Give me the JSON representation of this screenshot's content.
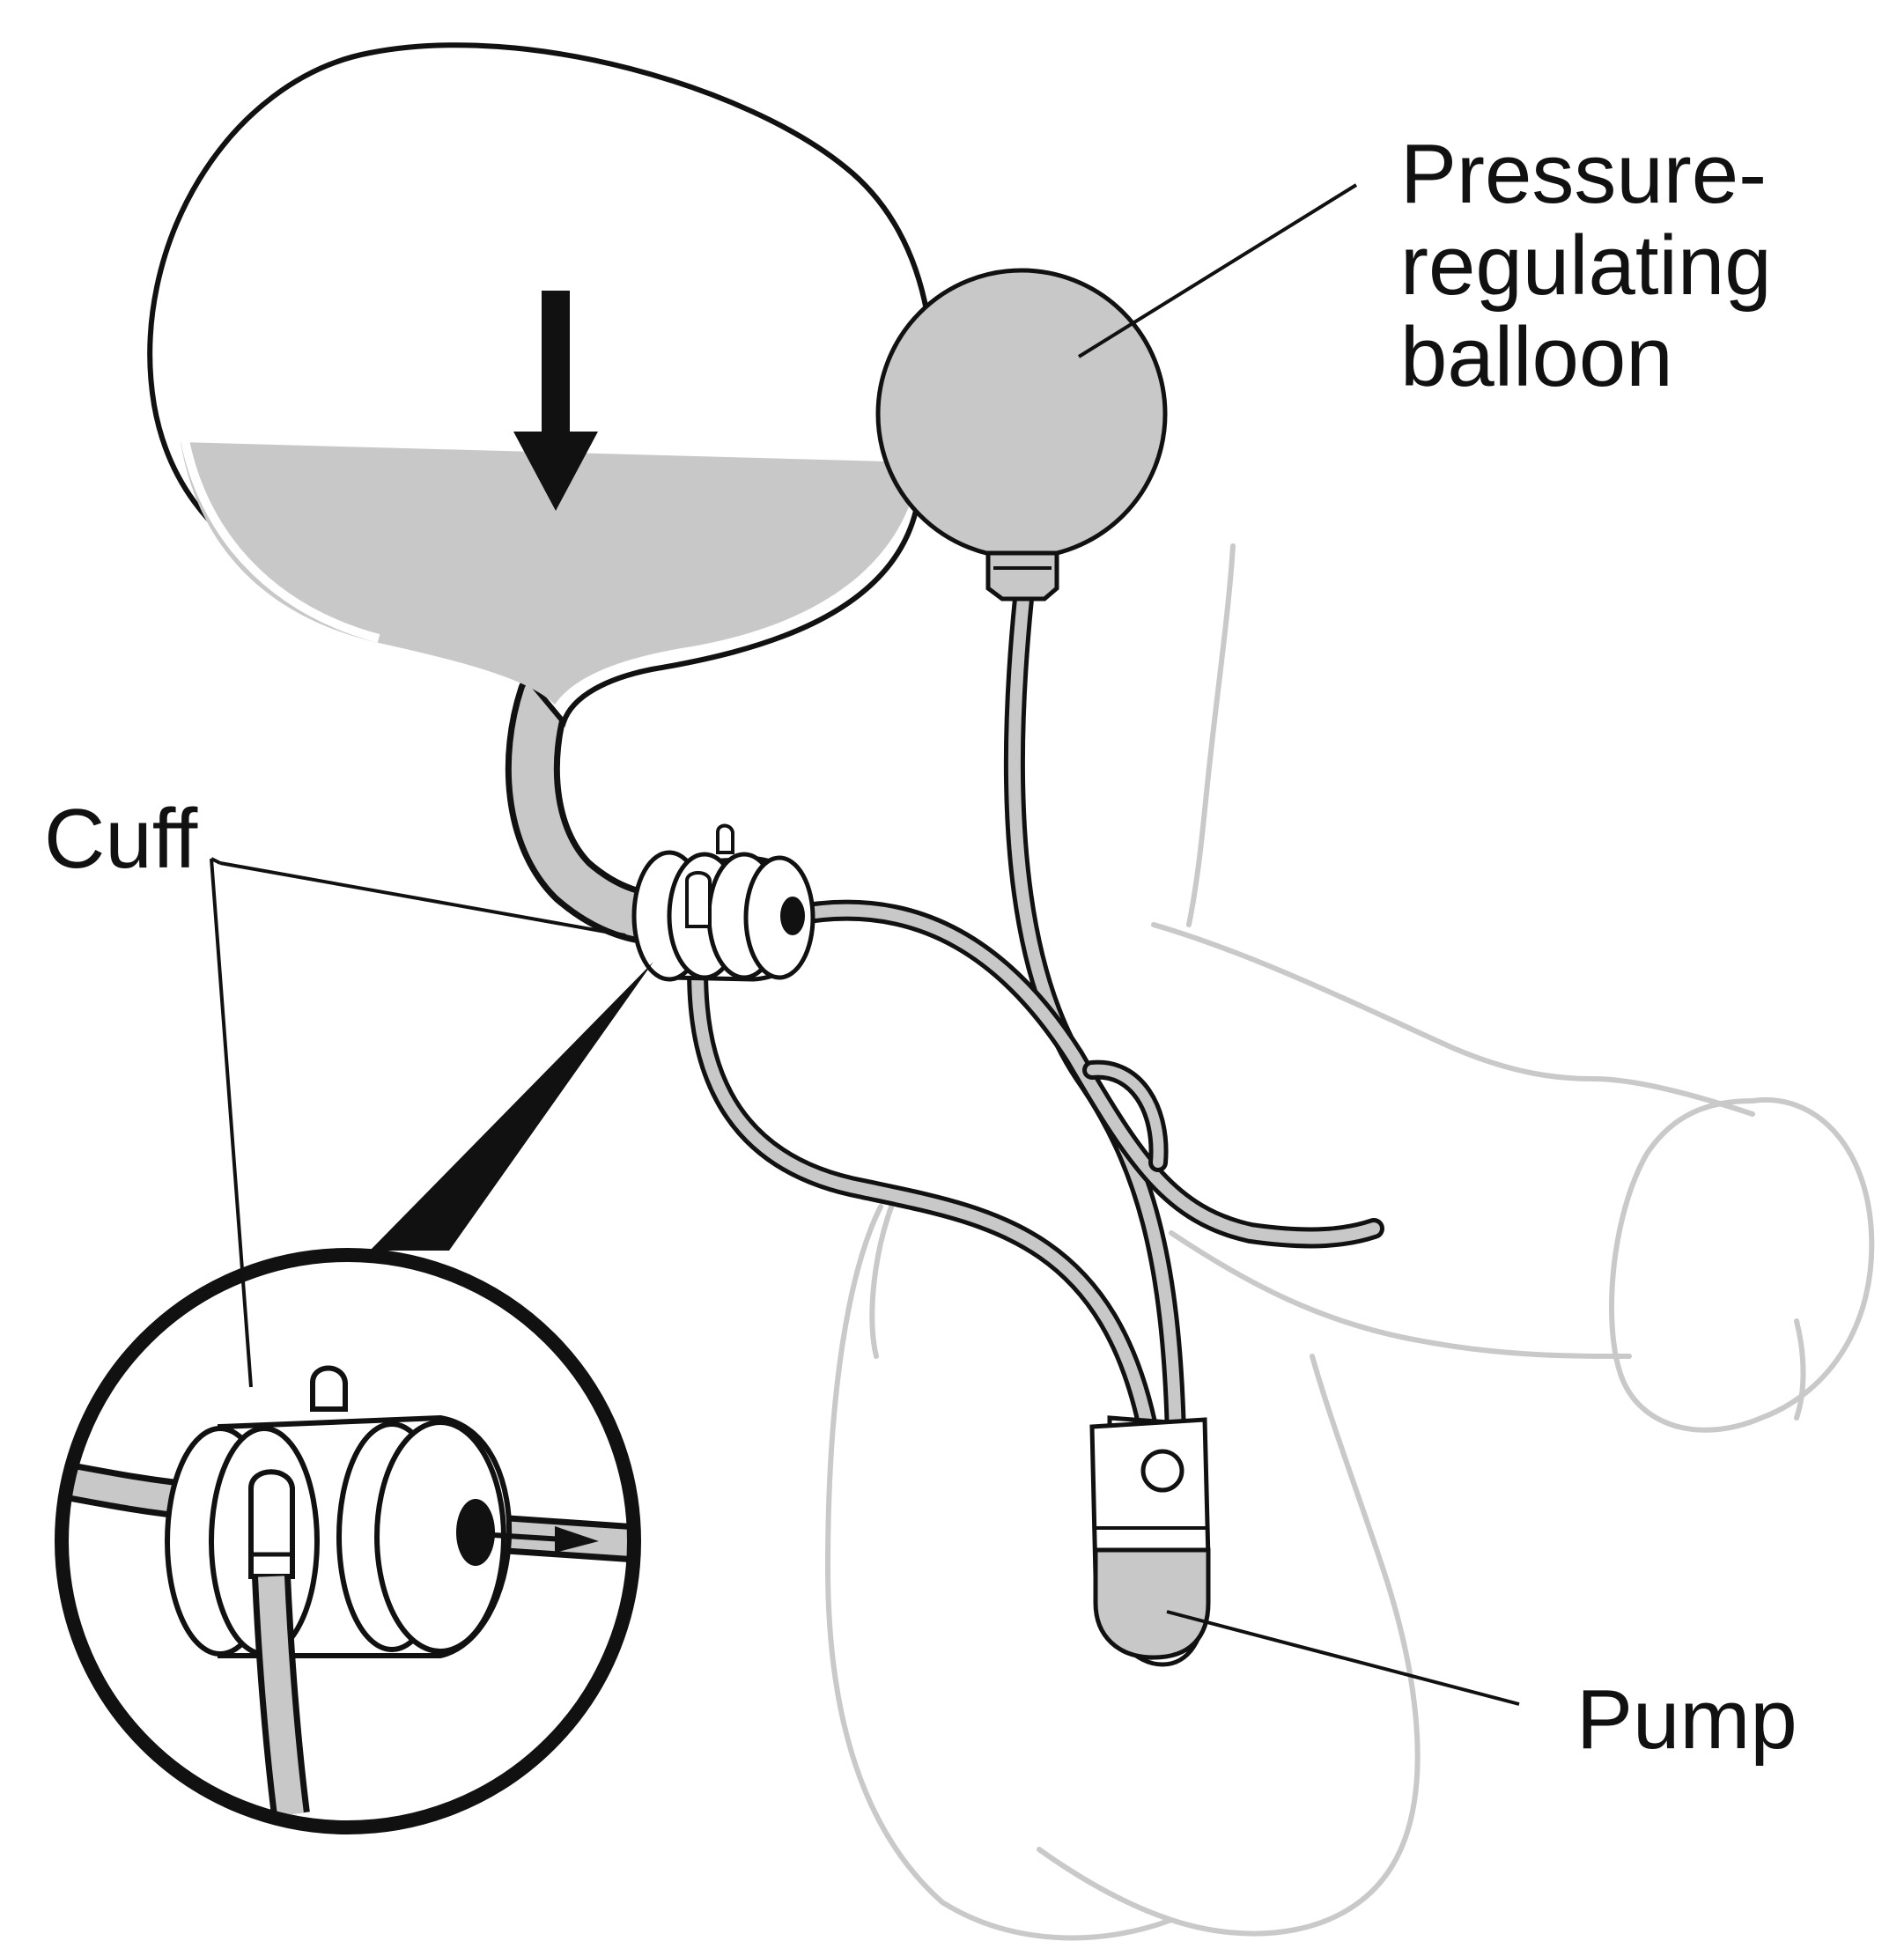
{
  "labels": {
    "balloon_lines": [
      "Pressure-",
      "regulating",
      "balloon"
    ],
    "cuff": "Cuff",
    "pump": "Pump"
  },
  "colors": {
    "outline": "#111111",
    "fill_gray": "#c8c8c8",
    "anatomy_gray": "#c9c9c9",
    "background": "#ffffff"
  },
  "icons": {
    "flow_arrow": "down-arrow-icon",
    "magnify_arrow": "right-arrow-icon"
  }
}
